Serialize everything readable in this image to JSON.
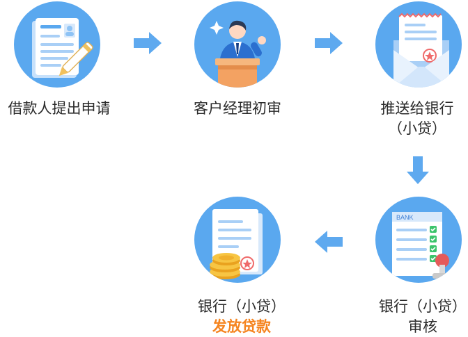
{
  "steps": [
    {
      "label_line1": "借款人提出申请",
      "label_line2": ""
    },
    {
      "label_line1": "客户经理初审",
      "label_line2": ""
    },
    {
      "label_line1": "推送给银行",
      "label_line2": "（小贷）"
    },
    {
      "label_line1": "银行（小贷）",
      "label_line2": "审核"
    },
    {
      "label_line1": "银行（小贷）",
      "label_line2": "发放贷款"
    }
  ],
  "icons": {
    "step1": "application-form-pen-icon",
    "step2": "manager-at-podium-icon",
    "step3": "envelope-letter-icon",
    "step4": "bank-checklist-stamp-icon",
    "step5": "document-coins-icon"
  },
  "stamp_text": "BANK",
  "colors": {
    "circle": "#5aa8ef",
    "arrow": "#5ea9ef",
    "text": "#2a2a2a",
    "highlight": "#f5841f"
  }
}
